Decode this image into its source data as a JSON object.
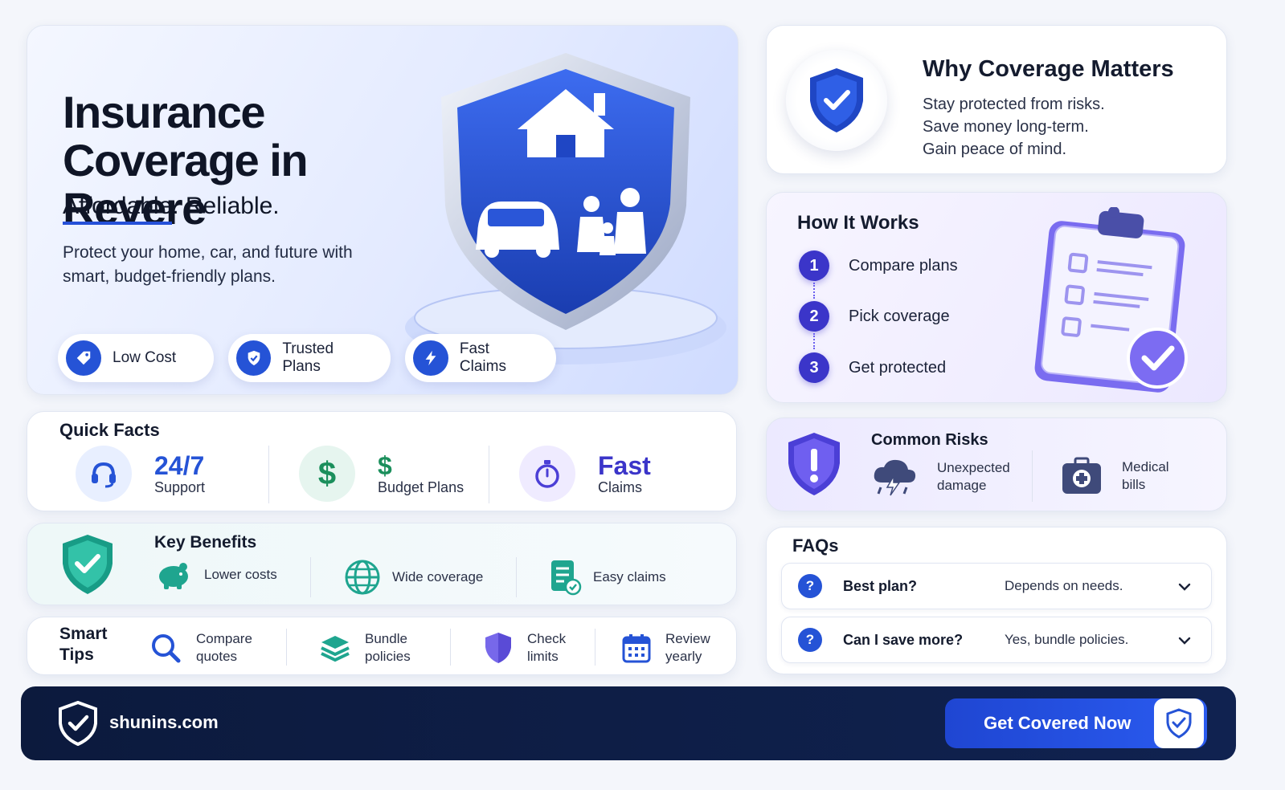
{
  "hero": {
    "title": "Insurance Coverage in Revere",
    "tagline_part1": "Affordable",
    "tagline_part2": ". Reliable.",
    "description": "Protect your home, car, and future with smart, budget-friendly plans.",
    "pills": [
      {
        "label": "Low Cost",
        "icon": "tag-icon"
      },
      {
        "label": "Trusted Plans",
        "icon": "shield-check-icon"
      },
      {
        "label": "Fast Claims",
        "icon": "lightning-icon"
      }
    ]
  },
  "why": {
    "title": "Why Coverage Matters",
    "lines": [
      "Stay protected from risks.",
      "Save money long-term.",
      "Gain peace of mind."
    ]
  },
  "how": {
    "title": "How It Works",
    "steps": [
      {
        "num": "1",
        "label": "Compare plans"
      },
      {
        "num": "2",
        "label": "Pick coverage"
      },
      {
        "num": "3",
        "label": "Get protected"
      }
    ]
  },
  "facts": {
    "title": "Quick Facts",
    "items": [
      {
        "big": "24/7",
        "small": "Support",
        "icon": "headset-icon"
      },
      {
        "big": "$",
        "small": "Budget Plans",
        "icon": "dollar-icon"
      },
      {
        "big": "Fast",
        "small": "Claims",
        "icon": "stopwatch-icon"
      }
    ]
  },
  "benefits": {
    "title": "Key Benefits",
    "items": [
      {
        "label": "Lower costs",
        "icon": "piggy-bank-icon"
      },
      {
        "label": "Wide coverage",
        "icon": "globe-icon"
      },
      {
        "label": "Easy claims",
        "icon": "document-check-icon"
      }
    ]
  },
  "tips": {
    "title": "Smart Tips",
    "items": [
      {
        "line1": "Compare",
        "line2": "quotes",
        "icon": "search-icon"
      },
      {
        "line1": "Bundle",
        "line2": "policies",
        "icon": "layers-icon"
      },
      {
        "line1": "Check",
        "line2": "limits",
        "icon": "shield-icon"
      },
      {
        "line1": "Review",
        "line2": "yearly",
        "icon": "calendar-icon"
      }
    ]
  },
  "risks": {
    "title": "Common Risks",
    "items": [
      {
        "line1": "Unexpected",
        "line2": "damage",
        "icon": "storm-cloud-icon"
      },
      {
        "line1": "Medical",
        "line2": "bills",
        "icon": "medical-kit-icon"
      }
    ]
  },
  "faqs": {
    "title": "FAQs",
    "items": [
      {
        "q": "Best plan?",
        "a": "Depends on needs."
      },
      {
        "q": "Can I save more?",
        "a": "Yes, bundle policies."
      }
    ]
  },
  "footer": {
    "domain": "shunins.com",
    "cta": "Get Covered Now"
  },
  "colors": {
    "primary_blue": "#2553d6",
    "purple": "#3b35c9",
    "teal": "#1fa58f",
    "navy": "#0c1a3d"
  }
}
